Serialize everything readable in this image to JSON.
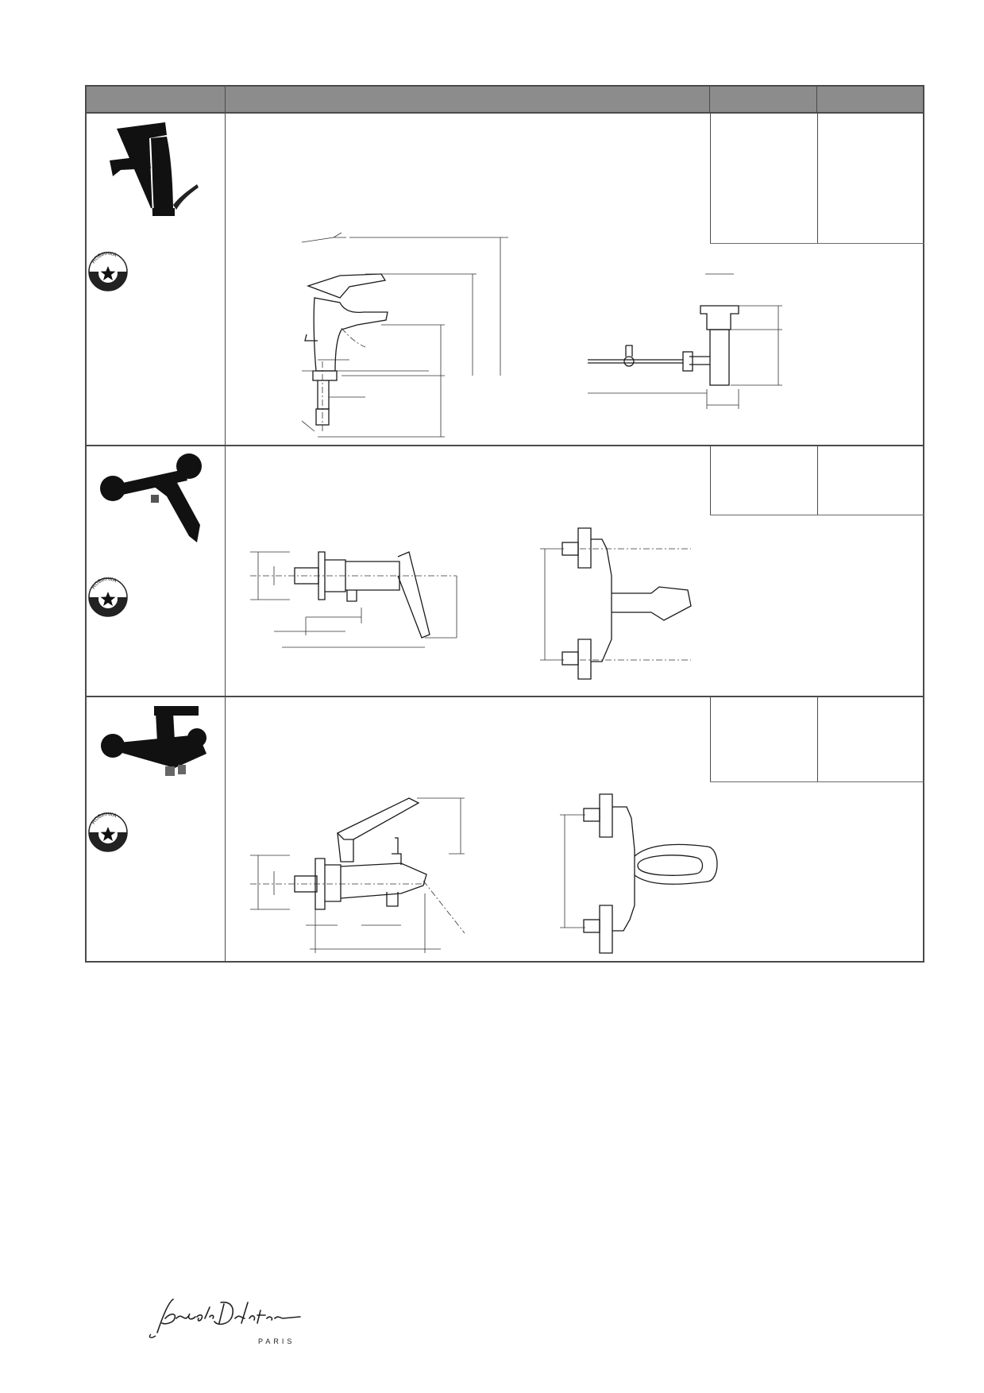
{
  "badge": {
    "text": "НОВИНКА"
  },
  "rows": [
    {
      "photo": "basin-mixer-photo",
      "badge_text": "НОВИНКА"
    },
    {
      "photo": "shower-mixer-photo",
      "badge_text": "НОВИНКА"
    },
    {
      "photo": "bath-mixer-photo",
      "badge_text": "НОВИНКА"
    }
  ],
  "logo": {
    "signature": "Jacob Delafon",
    "city": "PARIS"
  },
  "colors": {
    "header_bg": "#8c8c8c",
    "border": "#4a4a4a",
    "product": "#111111"
  }
}
